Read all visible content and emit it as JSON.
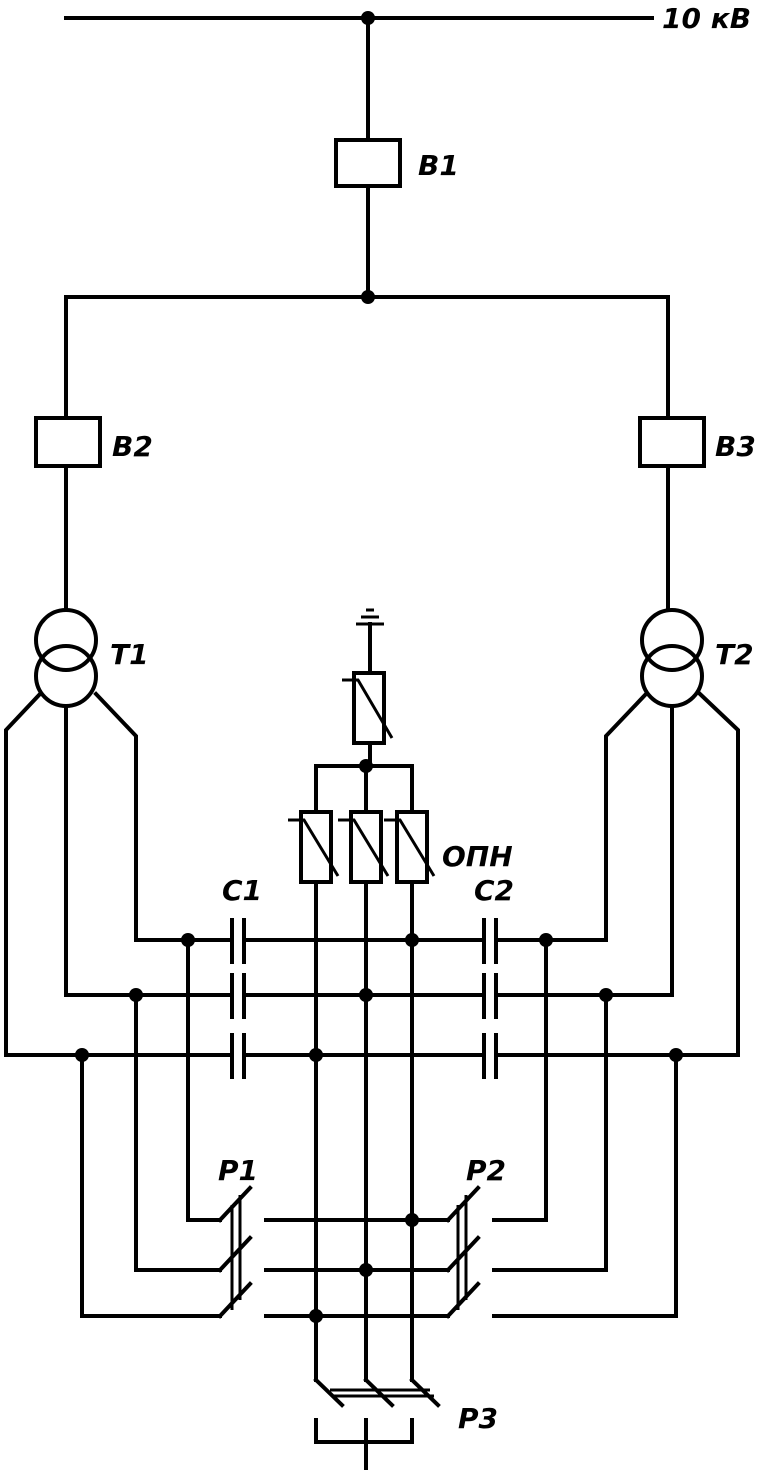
{
  "diagram": {
    "bus_label": "10 кВ",
    "breakers": {
      "b1": "В1",
      "b2": "В2",
      "b3": "В3"
    },
    "transformers": {
      "t1": "Т1",
      "t2": "Т2"
    },
    "capacitors": {
      "c1": "С1",
      "c2": "С2"
    },
    "arresters": "ОПН",
    "switches": {
      "p1": "Р1",
      "p2": "Р2",
      "p3": "Р3"
    }
  }
}
